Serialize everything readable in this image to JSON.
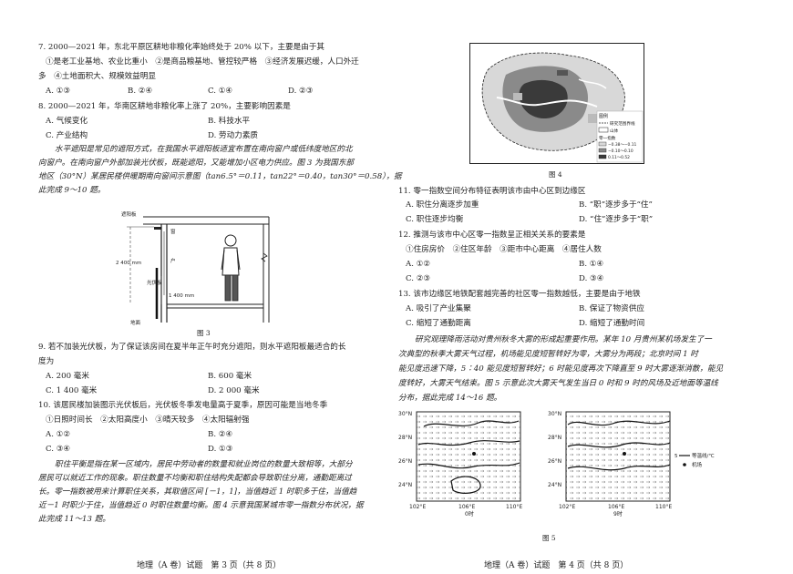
{
  "left": {
    "q7": {
      "stem": "7. 2000—2021 年，东北平原区耕地非粮化率始终处于 20% 以下，主要是由于其",
      "items_line1": "①是老工业基地、农业比重小　②是商品粮基地、管控较严格　③经济发展迟缓，人口外迁",
      "items_line2": "多　④土地面积大、规模效益明显",
      "options": [
        "A. ①③",
        "B. ②④",
        "C. ①④",
        "D. ②③"
      ]
    },
    "q8": {
      "stem": "8. 2000—2021 年，华南区耕地非粮化率上涨了 20%，主要影响因素是",
      "options": [
        "A. 气候变化",
        "B. 科技水平",
        "C. 产业结构",
        "D. 劳动力素质"
      ]
    },
    "passage9": {
      "line1": "水平遮阳是常见的遮阳方式，在我国水平遮阳板适宜布置在南向窗户或低纬度地区的北",
      "line2": "向窗户。在南向窗户外部加装光伏板，既能遮阳，又能增加小区电力供应。图 3 为我国东部",
      "line3": "地区（30°N）某居民楼供暖期南向窗间示意图（tan6.5°＝0.11，tan22°＝0.40，tan30°＝0.58），据",
      "line4": "此完成 9～10 题。"
    },
    "fig3": {
      "label_board": "遮阳板",
      "label_window": "窗",
      "label_house": "户",
      "label_pv": "光伏板",
      "label_2400": "2 400 mm",
      "label_1400": "1 400 mm",
      "label_ground": "地面",
      "caption": "图 3"
    },
    "q9": {
      "stem1": "9. 若不加装光伏板，为了保证该房间在夏半年正午时充分遮阳，则水平遮阳板最适合的长",
      "stem2": "度为",
      "options": [
        "A. 200 毫米",
        "B. 600 毫米",
        "C. 1 400 毫米",
        "D. 2 000 毫米"
      ]
    },
    "q10": {
      "stem": "10. 该居民楼加装图示光伏板后，光伏板冬季发电量高于夏季，原因可能是当地冬季",
      "items": "①日照时间长　②太阳高度小　③晴天较多　④太阳辐射强",
      "options": [
        "A. ①②",
        "B. ②④",
        "C. ③④",
        "D. ①③"
      ]
    },
    "passage11": {
      "line1": "职住平衡是指在某一区域内，居民中劳动者的数量和就业岗位的数量大致相等，大部分",
      "line2": "居民可以就近工作的现象。职住数量不均衡和职住结构失配都会导致职住分离，通勤距离过",
      "line3": "长。零一指数被用来计算职住关系，其取值区间 [－1，1]，当值趋近 1 时职多于住，当值趋",
      "line4": "近－1 时职少于住，当值趋近 0 时职住数量均衡。图 4 示意我国某城市零一指数分布状况，据",
      "line5": "此完成 11～13 题。"
    },
    "footer": "地理（A 卷）试题　第 3 页（共 8 页）"
  },
  "right": {
    "fig4": {
      "legend_title": "图例",
      "legend_items": [
        "研究范围界线",
        "山体",
        "零一指数",
        "−0.38～−0.11",
        "−0.10～0.10",
        "0.11～0.52"
      ],
      "caption": "图 4"
    },
    "q11": {
      "stem": "11. 零一指数空间分布特征表明该市由中心区到边缘区",
      "options": [
        "A. 职住分离逐步加重",
        "B. “职”逐步多于“住”",
        "C. 职住逐步均衡",
        "D. “住”逐步多于“职”"
      ]
    },
    "q12": {
      "stem": "12. 推测与该市中心区零一指数呈正相关关系的要素是",
      "items": "①住房房价　②住区年龄　③距市中心距离　④居住人数",
      "options": [
        "A. ①②",
        "B. ①④",
        "C. ②③",
        "D. ③④"
      ]
    },
    "q13": {
      "stem": "13. 该市边缘区地铁配套越完善的社区零一指数越低，主要是由于地铁",
      "options": [
        "A. 吸引了产业集聚",
        "B. 保证了物资供应",
        "C. 缩短了通勤距离",
        "D. 缩短了通勤时间"
      ]
    },
    "passage14": {
      "line1": "研究观理降雨活动对贵州秋冬大雾的形成起重要作用。某年 10 月贵州某机场发生了一",
      "line2": "次典型的秋季大雾天气过程，机场能见度短暂转好为零，大雾分为两段；北京时间 1 时",
      "line3": "能见度迅速下降，5∶40 能见度短暂转好；6 时能见度再次下降直至 9 时大雾逐渐消散，能见",
      "line4": "度转好，大雾天气结束。图 5 示意此次大雾天气发生当日 0 时和 9 时的风场及近地面等温线",
      "line5": "分布，据此完成 14～16 题。"
    },
    "fig5": {
      "lat_labels": [
        "30°N",
        "28°N",
        "26°N",
        "24°N"
      ],
      "lon_labels": [
        "102°E",
        "106°E",
        "110°E"
      ],
      "time_left": "0时",
      "time_right": "9时",
      "legend_isotherm": "等温线/℃",
      "legend_airport": "机场",
      "isotherm_value": "5",
      "caption": "图 5"
    },
    "footer": "地理（A 卷）试题　第 4 页（共 8 页）"
  }
}
